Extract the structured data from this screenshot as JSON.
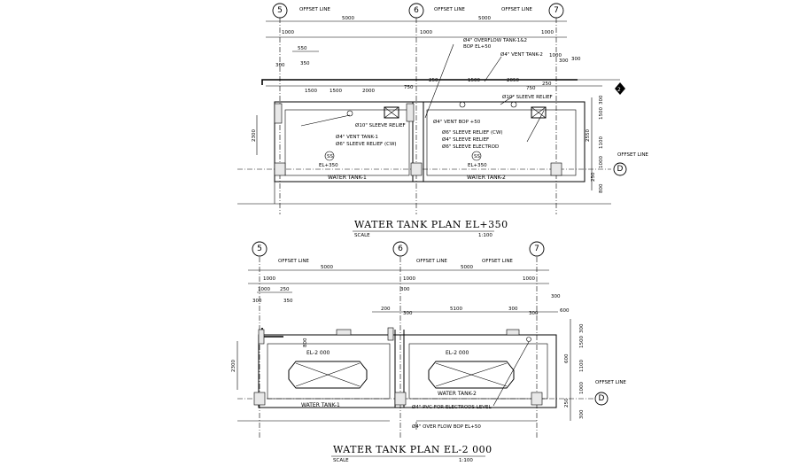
{
  "plan1": {
    "title": "WATER TANK PLAN EL+350",
    "scale_label": "SCALE",
    "scale_value": "1:100",
    "grid_labels": [
      "5",
      "6",
      "7"
    ],
    "offset_lines": [
      "OFFSET LINE",
      "OFFSET LINE",
      "OFFSET LINE"
    ],
    "offset_line_right": "OFFSET LINE",
    "grid_row_label": "D",
    "dims_top": [
      "5000",
      "5000"
    ],
    "dims_offset": [
      "1000",
      "1000",
      "1000"
    ],
    "dims_small": [
      "550",
      "300",
      "350",
      "300",
      "1000",
      "300"
    ],
    "dims_inner": [
      "1500",
      "1500",
      "2000",
      "750",
      "250",
      "1500",
      "2050",
      "750",
      "250"
    ],
    "dims_vertical": [
      "2300",
      "2550",
      "1100",
      "1500",
      "300",
      "1000",
      "250",
      "800"
    ],
    "annotations": {
      "overflow": "Ø4\" OVERFLOW TANK-1&2",
      "bop": "BOP EL+50",
      "vent_tank2": "Ø4\" VENT TANK-2",
      "sleeve_relief_top": "Ø10\" SLEEVE RELIEF",
      "vent_bop": "Ø4\" VENT BOP +50",
      "sleeve_relief_left": "Ø10\" SLEEVE RELIEF",
      "vent_tank1": "Ø4\" VENT TANK-1",
      "sleeve_relief_cw_left": "Ø6\" SLEEVE RELIEF (CW)",
      "sleeve_relief_cw_right": "Ø6\" SLEEVE RELIEF (CW)",
      "sleeve_relief_right": "Ø4\" SLEEVE RELIEF",
      "sleeve_electrod": "Ø6\" SLEEVE ELECTROD"
    },
    "levels": [
      "EL+350",
      "EL+350"
    ],
    "level_tags": [
      "SS",
      "SS"
    ],
    "tanks": [
      "WATER TANK-1",
      "WATER TANK-2"
    ],
    "north_tag": "2"
  },
  "plan2": {
    "title": "WATER TANK PLAN EL-2 000",
    "scale_label": "SCALE",
    "scale_value": "1:100",
    "grid_labels": [
      "5",
      "6",
      "7"
    ],
    "offset_lines": [
      "OFFSET LINE",
      "OFFSET LINE",
      "OFFSET LINE"
    ],
    "offset_line_right": "OFFSET LINE",
    "grid_row_label": "D",
    "dims_top": [
      "5000",
      "5000"
    ],
    "dims_offset": [
      "1000",
      "1000",
      "1000"
    ],
    "dims_small": [
      "250",
      "1000",
      "350",
      "300",
      "300",
      "300",
      "300",
      "600"
    ],
    "dims_inner": [
      "200",
      "5100",
      "300",
      "300"
    ],
    "dims_vertical": [
      "2300",
      "1100",
      "1500",
      "300",
      "1000",
      "250",
      "600",
      "300",
      "800"
    ],
    "pits": [
      "EL-2 000",
      "EL-2 000"
    ],
    "tanks": [
      "WATER TANK-1",
      "WATER TANK-2"
    ],
    "annotations": {
      "pvc": "Ø4\" PVC FOR ELECTRODS LEVEL",
      "overflow": "Ø4\" OVER FLOW BOP EL+50"
    }
  }
}
